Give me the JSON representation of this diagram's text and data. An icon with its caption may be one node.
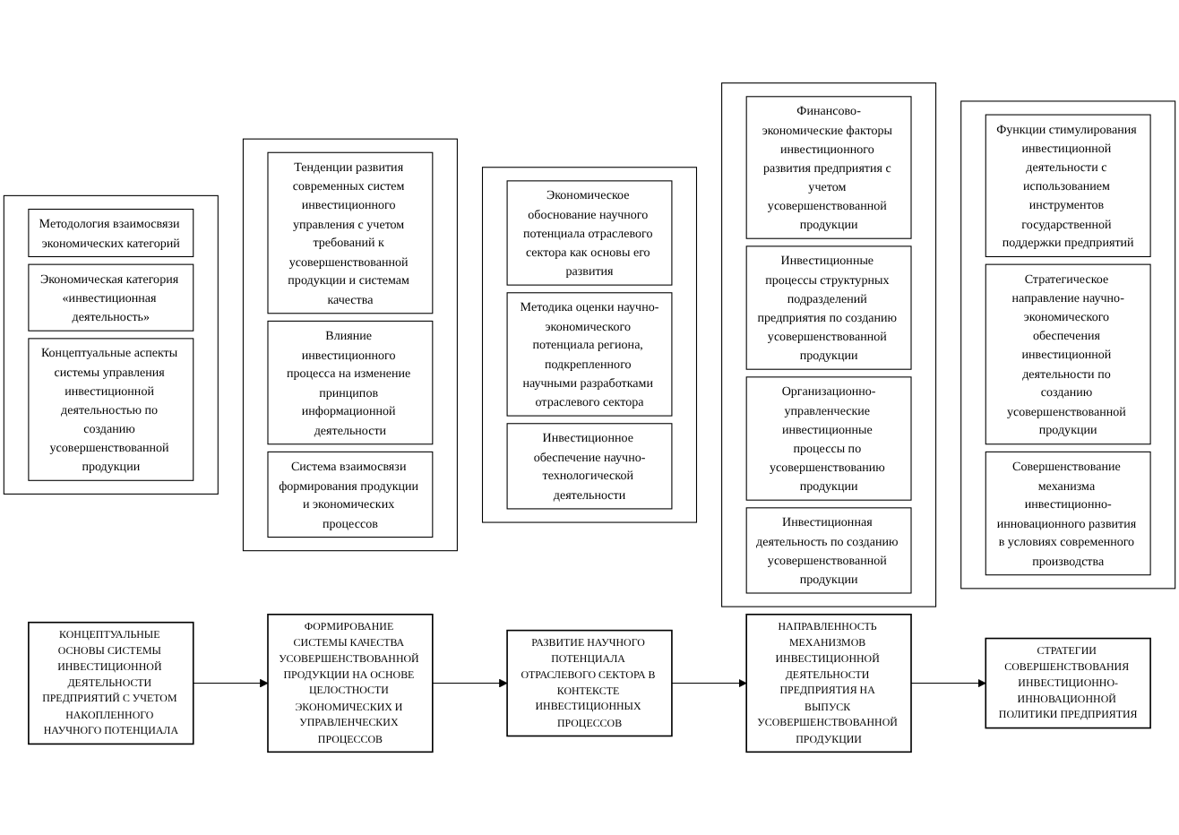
{
  "diagram": {
    "nodes": [
      {
        "text": [
          "КОНЦЕПТУАЛЬНЫЕ ОСНОВЫ СИСТЕМЫ ИНВЕСТИЦИОННОЙ ДЕЯТЕЛЬНОСТИ ПРЕДПРИЯТИЙ С УЧЕТОМ НАКОПЛЕННОГО НАУЧНОГО ПОТЕНЦИАЛА"
        ]
      },
      {
        "text": [],
        "shape": "box"
      },
      {
        "text": [
          "Методология взаимосвязи экономических категорий"
        ],
        "in": 1
      },
      {
        "text": [
          "Экономическая категория «инвестиционная деятельность»"
        ],
        "in": 1
      },
      {
        "text": [
          "Концептуальные аспекты системы управления инвестиционной деятельностью по созданию усовершенствованной продукции"
        ],
        "in": 1
      },
      {
        "text": [
          "ФОРМИРОВАНИЕ СИСТЕМЫ КАЧЕСТВА УСОВЕРШЕНСТВОВАННОЙ ПРОДУКЦИИ НА ОСНОВЕ ЦЕЛОСТНОСТИ ЭКОНОМИЧЕСКИХ И УПРАВЛЕНЧЕСКИХ ПРОЦЕССОВ"
        ]
      },
      {
        "text": [],
        "shape": "box"
      },
      {
        "text": [
          "Тенденции развития современных систем инвестиционного управления с учетом требований к усовершенствованной продукции и системам качества"
        ],
        "in": 6
      },
      {
        "text": [
          "Влияние инвестиционного процесса на изменение принципов информационной деятельности"
        ],
        "in": 6
      },
      {
        "text": [
          "Система взаимосвязи формирования продукции и экономических процессов"
        ],
        "in": 6
      },
      {
        "text": [
          "РАЗВИТИЕ НАУЧНОГО ПОТЕНЦИАЛА ОТРАСЛЕВОГО СЕКТОРА В КОНТЕКСТЕ ИНВЕСТИЦИОННЫХ ПРОЦЕССОВ"
        ]
      },
      {
        "text": [],
        "shape": "box"
      },
      {
        "text": [
          "Экономическое обоснование научного потенциала отраслевого сектора как основы его развития"
        ],
        "in": 11
      },
      {
        "text": [
          "Методика оценки научно-экономического потенциала региона, подкрепленного научными разработками отраслевого сектора"
        ],
        "in": 11
      },
      {
        "text": [
          "Инвестиционное обеспечение научно-технологической деятельности"
        ],
        "in": 11
      },
      {
        "text": [
          "НАПРАВЛЕННОСТЬ МЕХАНИЗМОВ ИНВЕСТИЦИОННОЙ ДЕЯТЕЛЬНОСТИ ПРЕДПРИЯТИЯ НА ВЫПУСК УСОВЕРШЕНСТВОВАННОЙ ПРОДУКЦИИ"
        ]
      },
      {
        "text": [],
        "shape": "box"
      },
      {
        "text": [
          "Финансово-экономические факторы инвестиционного развития предприятия с учетом усовершенствованной продукции"
        ],
        "in": 16
      },
      {
        "text": [
          "Инвестиционные процессы структурных подразделений предприятия по созданию усовершенствованной продукции"
        ],
        "in": 16
      },
      {
        "text": [
          "Организационно-управленческие инвестиционные процессы по усовершенствованию продукции"
        ],
        "in": 16
      },
      {
        "text": [
          "Инвестиционная деятельность по созданию усовершенствованной продукции"
        ],
        "in": 16
      },
      {
        "text": [
          "СТРАТЕГИИ СОВЕРШЕНСТВОВАНИЯ ИНВЕСТИЦИОННО-ИННОВАЦИОННОЙ ПОЛИТИКИ ПРЕДПРИЯТИЯ"
        ]
      },
      {
        "text": [],
        "shape": "box"
      },
      {
        "text": [
          "Функции стимулирования инвестиционной деятельности с использованием инструментов государственной поддержки предприятий"
        ],
        "in": 22
      },
      {
        "text": [
          "Стратегическое направление научно-экономического обеспечения инвестиционной деятельности по созданию усовершенствованной продукции"
        ],
        "in": 22
      },
      {
        "text": [
          "Совершенствование механизма инвестиционно-инновационного развития в условиях современного производства"
        ],
        "in": 22
      }
    ],
    "edges": [
      {
        "from": 0,
        "to": 5,
        "arrow": "to"
      },
      {
        "from": 5,
        "to": 10,
        "arrow": "to"
      },
      {
        "from": 10,
        "to": 15,
        "arrow": "to"
      },
      {
        "from": 15,
        "to": 21,
        "arrow": "to"
      }
    ]
  }
}
